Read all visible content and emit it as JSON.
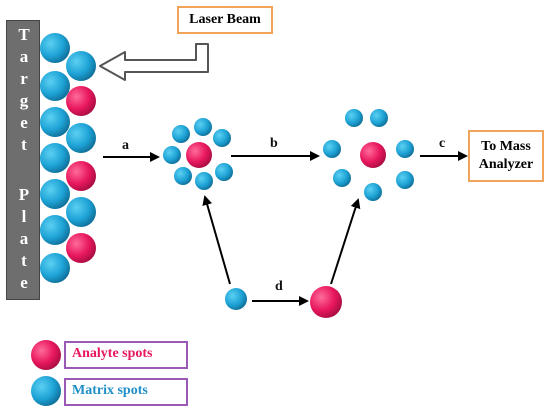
{
  "target_plate": {
    "letters": [
      "T",
      "a",
      "r",
      "g",
      "e",
      "t",
      "P",
      "l",
      "a",
      "t",
      "e"
    ]
  },
  "laser_beam": {
    "label": "Laser Beam"
  },
  "mass_analyzer": {
    "line1": "To Mass",
    "line2": "Analyzer"
  },
  "steps": {
    "a": "a",
    "b": "b",
    "c": "c",
    "d": "d"
  },
  "legend": {
    "analyte": {
      "label": "Analyte spots",
      "color": "#e8175d"
    },
    "matrix": {
      "label": "Matrix spots",
      "color": "#1f8fc7"
    }
  },
  "colors": {
    "matrix_fill": "#1ea3d6",
    "analyte_fill": "#e8175d",
    "plate": "#6e6e6e",
    "box_border": "#f0a35a",
    "legend_border": "#9b59b6"
  }
}
